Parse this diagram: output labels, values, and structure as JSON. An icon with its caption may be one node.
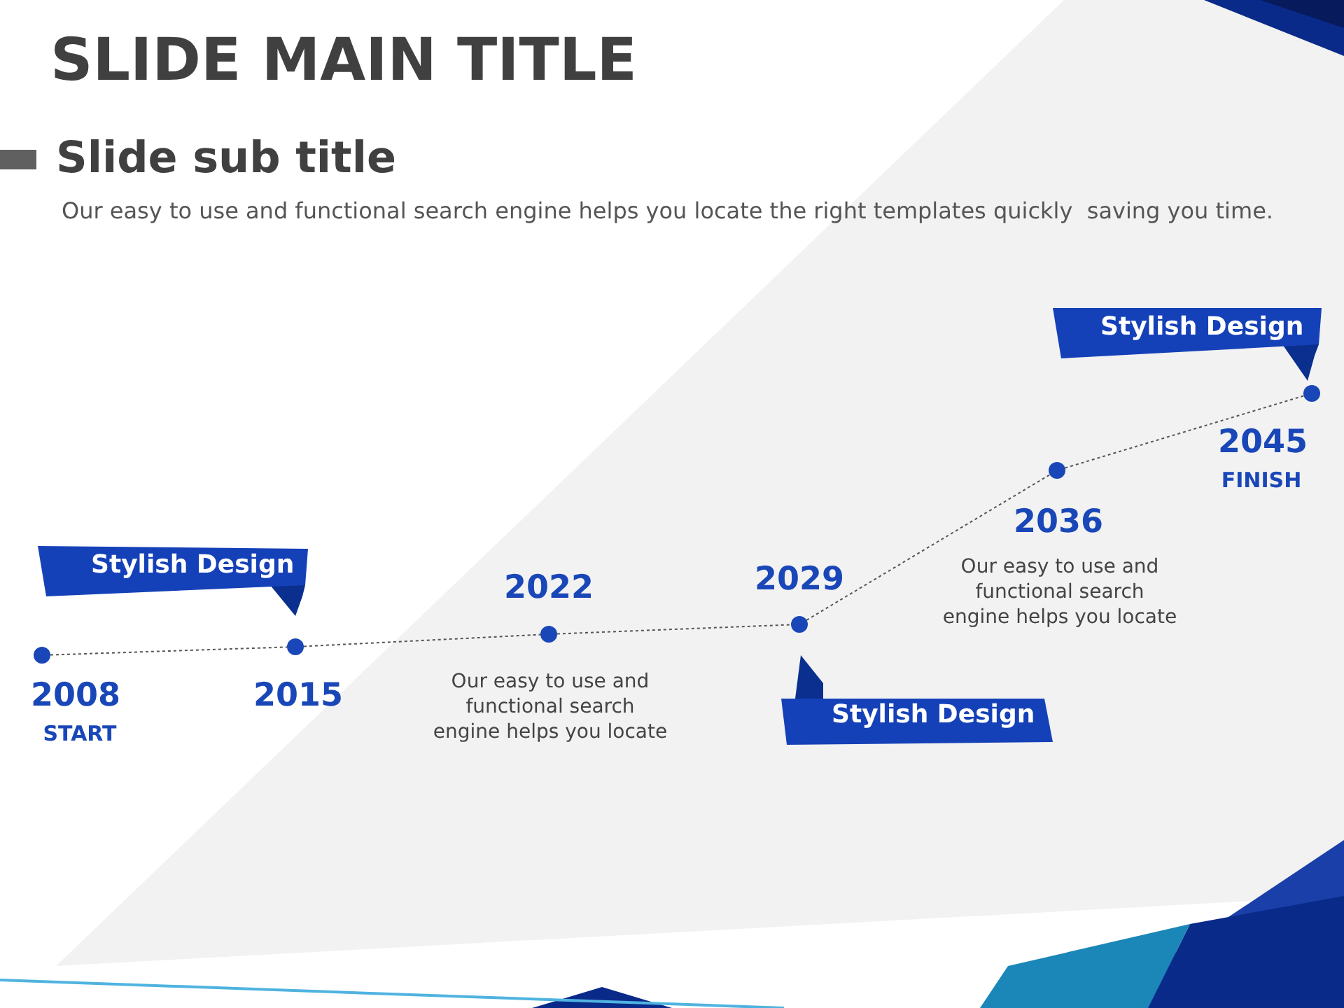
{
  "diagram": {
    "title": "SLIDE MAIN TITLE",
    "nodes": [
      {
        "text": [],
        "shape": "circle",
        "beside": [
          "2008",
          "START"
        ]
      },
      {
        "text": [],
        "shape": "circle",
        "beside": [
          "2015"
        ]
      },
      {
        "text": [],
        "shape": "circle",
        "beside": [
          "2022",
          "Our easy to use and functional search engine helps you locate"
        ]
      },
      {
        "text": [],
        "shape": "circle",
        "beside": [
          "2029"
        ]
      },
      {
        "text": [],
        "shape": "circle",
        "beside": [
          "2036",
          "Our easy to use and functional search engine helps you locate"
        ]
      },
      {
        "text": [],
        "shape": "circle",
        "beside": [
          "2045",
          "FINISH"
        ]
      },
      {
        "text": [
          "Stylish Design"
        ]
      },
      {
        "text": [
          "Stylish Design"
        ]
      },
      {
        "text": [
          "Stylish Design"
        ]
      }
    ],
    "edges": [
      {
        "from": 0,
        "to": 1,
        "arrow": "none",
        "style": "dashed"
      },
      {
        "from": 1,
        "to": 2,
        "arrow": "none",
        "style": "dashed"
      },
      {
        "from": 2,
        "to": 3,
        "arrow": "none",
        "style": "dashed"
      },
      {
        "from": 3,
        "to": 4,
        "arrow": "none",
        "style": "dashed"
      },
      {
        "from": 4,
        "to": 5,
        "arrow": "none",
        "style": "dashed"
      }
    ],
    "labels": [
      "Slide sub title",
      "Our easy to use and functional search engine helps you locate the right templates quickly  saving you time."
    ]
  }
}
